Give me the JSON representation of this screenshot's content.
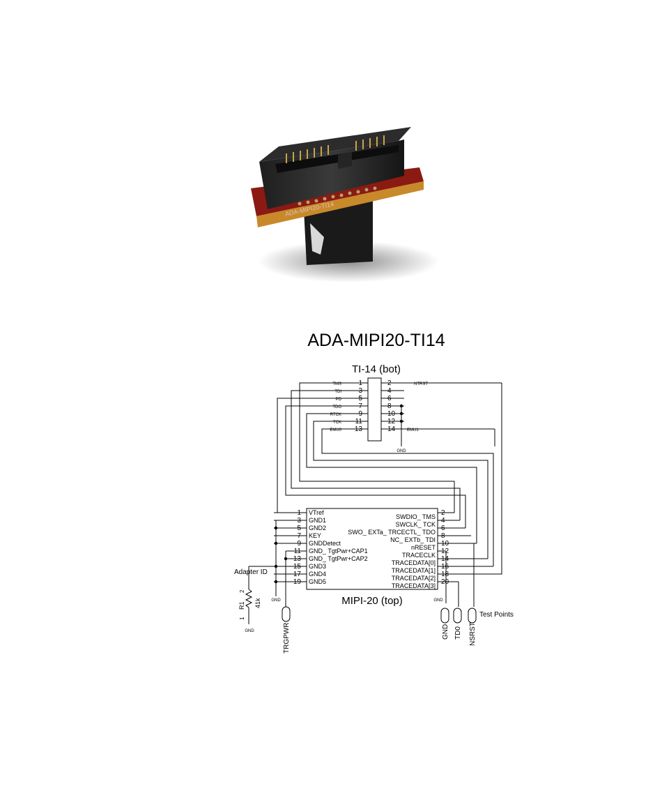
{
  "title": "ADA-MIPI20-TI14",
  "photo": {
    "board_silkscreen": "ADA-MIPI20-TI14"
  },
  "ti14": {
    "label": "TI-14 (bot)",
    "left_pins": [
      {
        "num": "1",
        "signal": "TMS"
      },
      {
        "num": "3",
        "signal": "TDI"
      },
      {
        "num": "5",
        "signal": "PD"
      },
      {
        "num": "7",
        "signal": "TDO"
      },
      {
        "num": "9",
        "signal": "RTCK"
      },
      {
        "num": "11",
        "signal": "TCK"
      },
      {
        "num": "13",
        "signal": "EMU0"
      }
    ],
    "right_pins": [
      {
        "num": "2",
        "signal": "NTRST"
      },
      {
        "num": "4",
        "signal": ""
      },
      {
        "num": "6",
        "signal": ""
      },
      {
        "num": "8",
        "signal": ""
      },
      {
        "num": "10",
        "signal": ""
      },
      {
        "num": "12",
        "signal": ""
      },
      {
        "num": "14",
        "signal": "EMU1"
      }
    ],
    "gnd_label": "GND"
  },
  "mipi20": {
    "label": "MIPI-20 (top)",
    "left_pins": [
      {
        "num": "1",
        "signal": "VTref"
      },
      {
        "num": "3",
        "signal": "GND1"
      },
      {
        "num": "5",
        "signal": "GND2"
      },
      {
        "num": "7",
        "signal": "KEY"
      },
      {
        "num": "9",
        "signal": "GNDDetect"
      },
      {
        "num": "11",
        "signal": "GND_ TgtPwr+CAP1"
      },
      {
        "num": "13",
        "signal": "GND_ TgtPwr+CAP2"
      },
      {
        "num": "15",
        "signal": "GND3"
      },
      {
        "num": "17",
        "signal": "GND4"
      },
      {
        "num": "19",
        "signal": "GND5"
      }
    ],
    "right_pins": [
      {
        "num": "2",
        "signal": "SWDIO_ TMS"
      },
      {
        "num": "4",
        "signal": "SWCLK_ TCK"
      },
      {
        "num": "6",
        "signal": "SWO_ EXTa_ TRCECTL_ TDO"
      },
      {
        "num": "8",
        "signal": "NC_ EXTb_ TDI"
      },
      {
        "num": "10",
        "signal": "nRESET"
      },
      {
        "num": "12",
        "signal": "TRACECLK"
      },
      {
        "num": "14",
        "signal": "TRACEDATA[0]"
      },
      {
        "num": "16",
        "signal": "TRACEDATA[1]"
      },
      {
        "num": "18",
        "signal": "TRACEDATA[2]"
      },
      {
        "num": "20",
        "signal": "TRACEDATA[3]"
      }
    ]
  },
  "labels": {
    "adapter_id": "Adapter ID",
    "resistor_name": "R1",
    "resistor_value": "41k",
    "resistor_pin1": "1",
    "resistor_pin2": "2",
    "gnd": "GND",
    "test_points": "Test Points",
    "tp_gnd": "GND",
    "tp_td0": "TD0",
    "tp_nsrst": "NSRST",
    "tp_trgpwr": "TRGPWR"
  }
}
